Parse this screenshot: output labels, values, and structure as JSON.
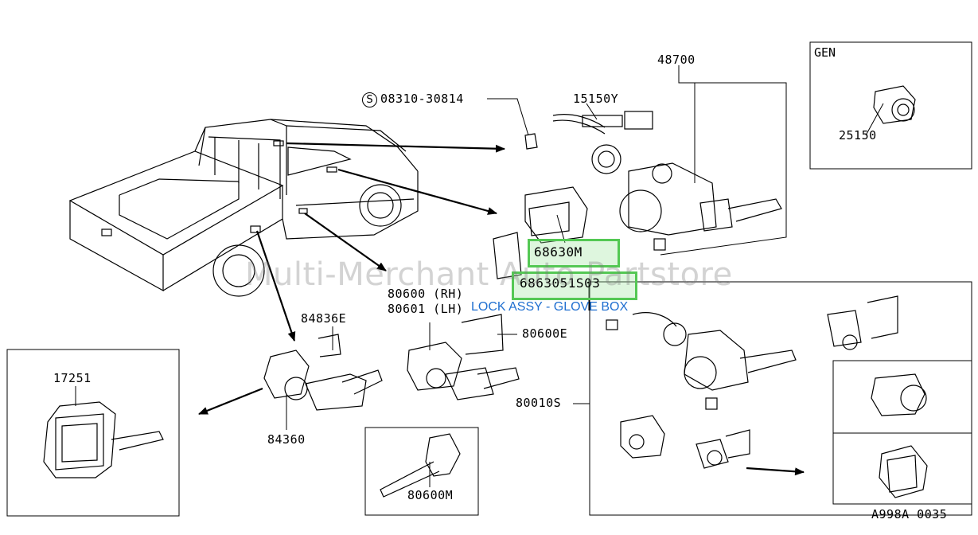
{
  "watermark": "Multi-Merchant Auto Partstore",
  "highlight": {
    "part_primary": "68630M",
    "part_selected": "6863051S03",
    "description": "LOCK ASSY - GLOVE BOX",
    "color": "#54c854",
    "description_color": "#1f6fd0"
  },
  "inset_label": "GEN",
  "screw_symbol": "S",
  "part_labels": {
    "p48700": "48700",
    "p15150y": "15150Y",
    "p08310": "08310-30814",
    "p25150": "25150",
    "p80600rh": "80600 (RH)",
    "p80601lh": "80601 (LH)",
    "p84836e": "84836E",
    "p80600e": "80600E",
    "p17251": "17251",
    "p84360": "84360",
    "p80010s": "80010S",
    "p80600m": "80600M",
    "diagram_code": "A998A 0035"
  }
}
